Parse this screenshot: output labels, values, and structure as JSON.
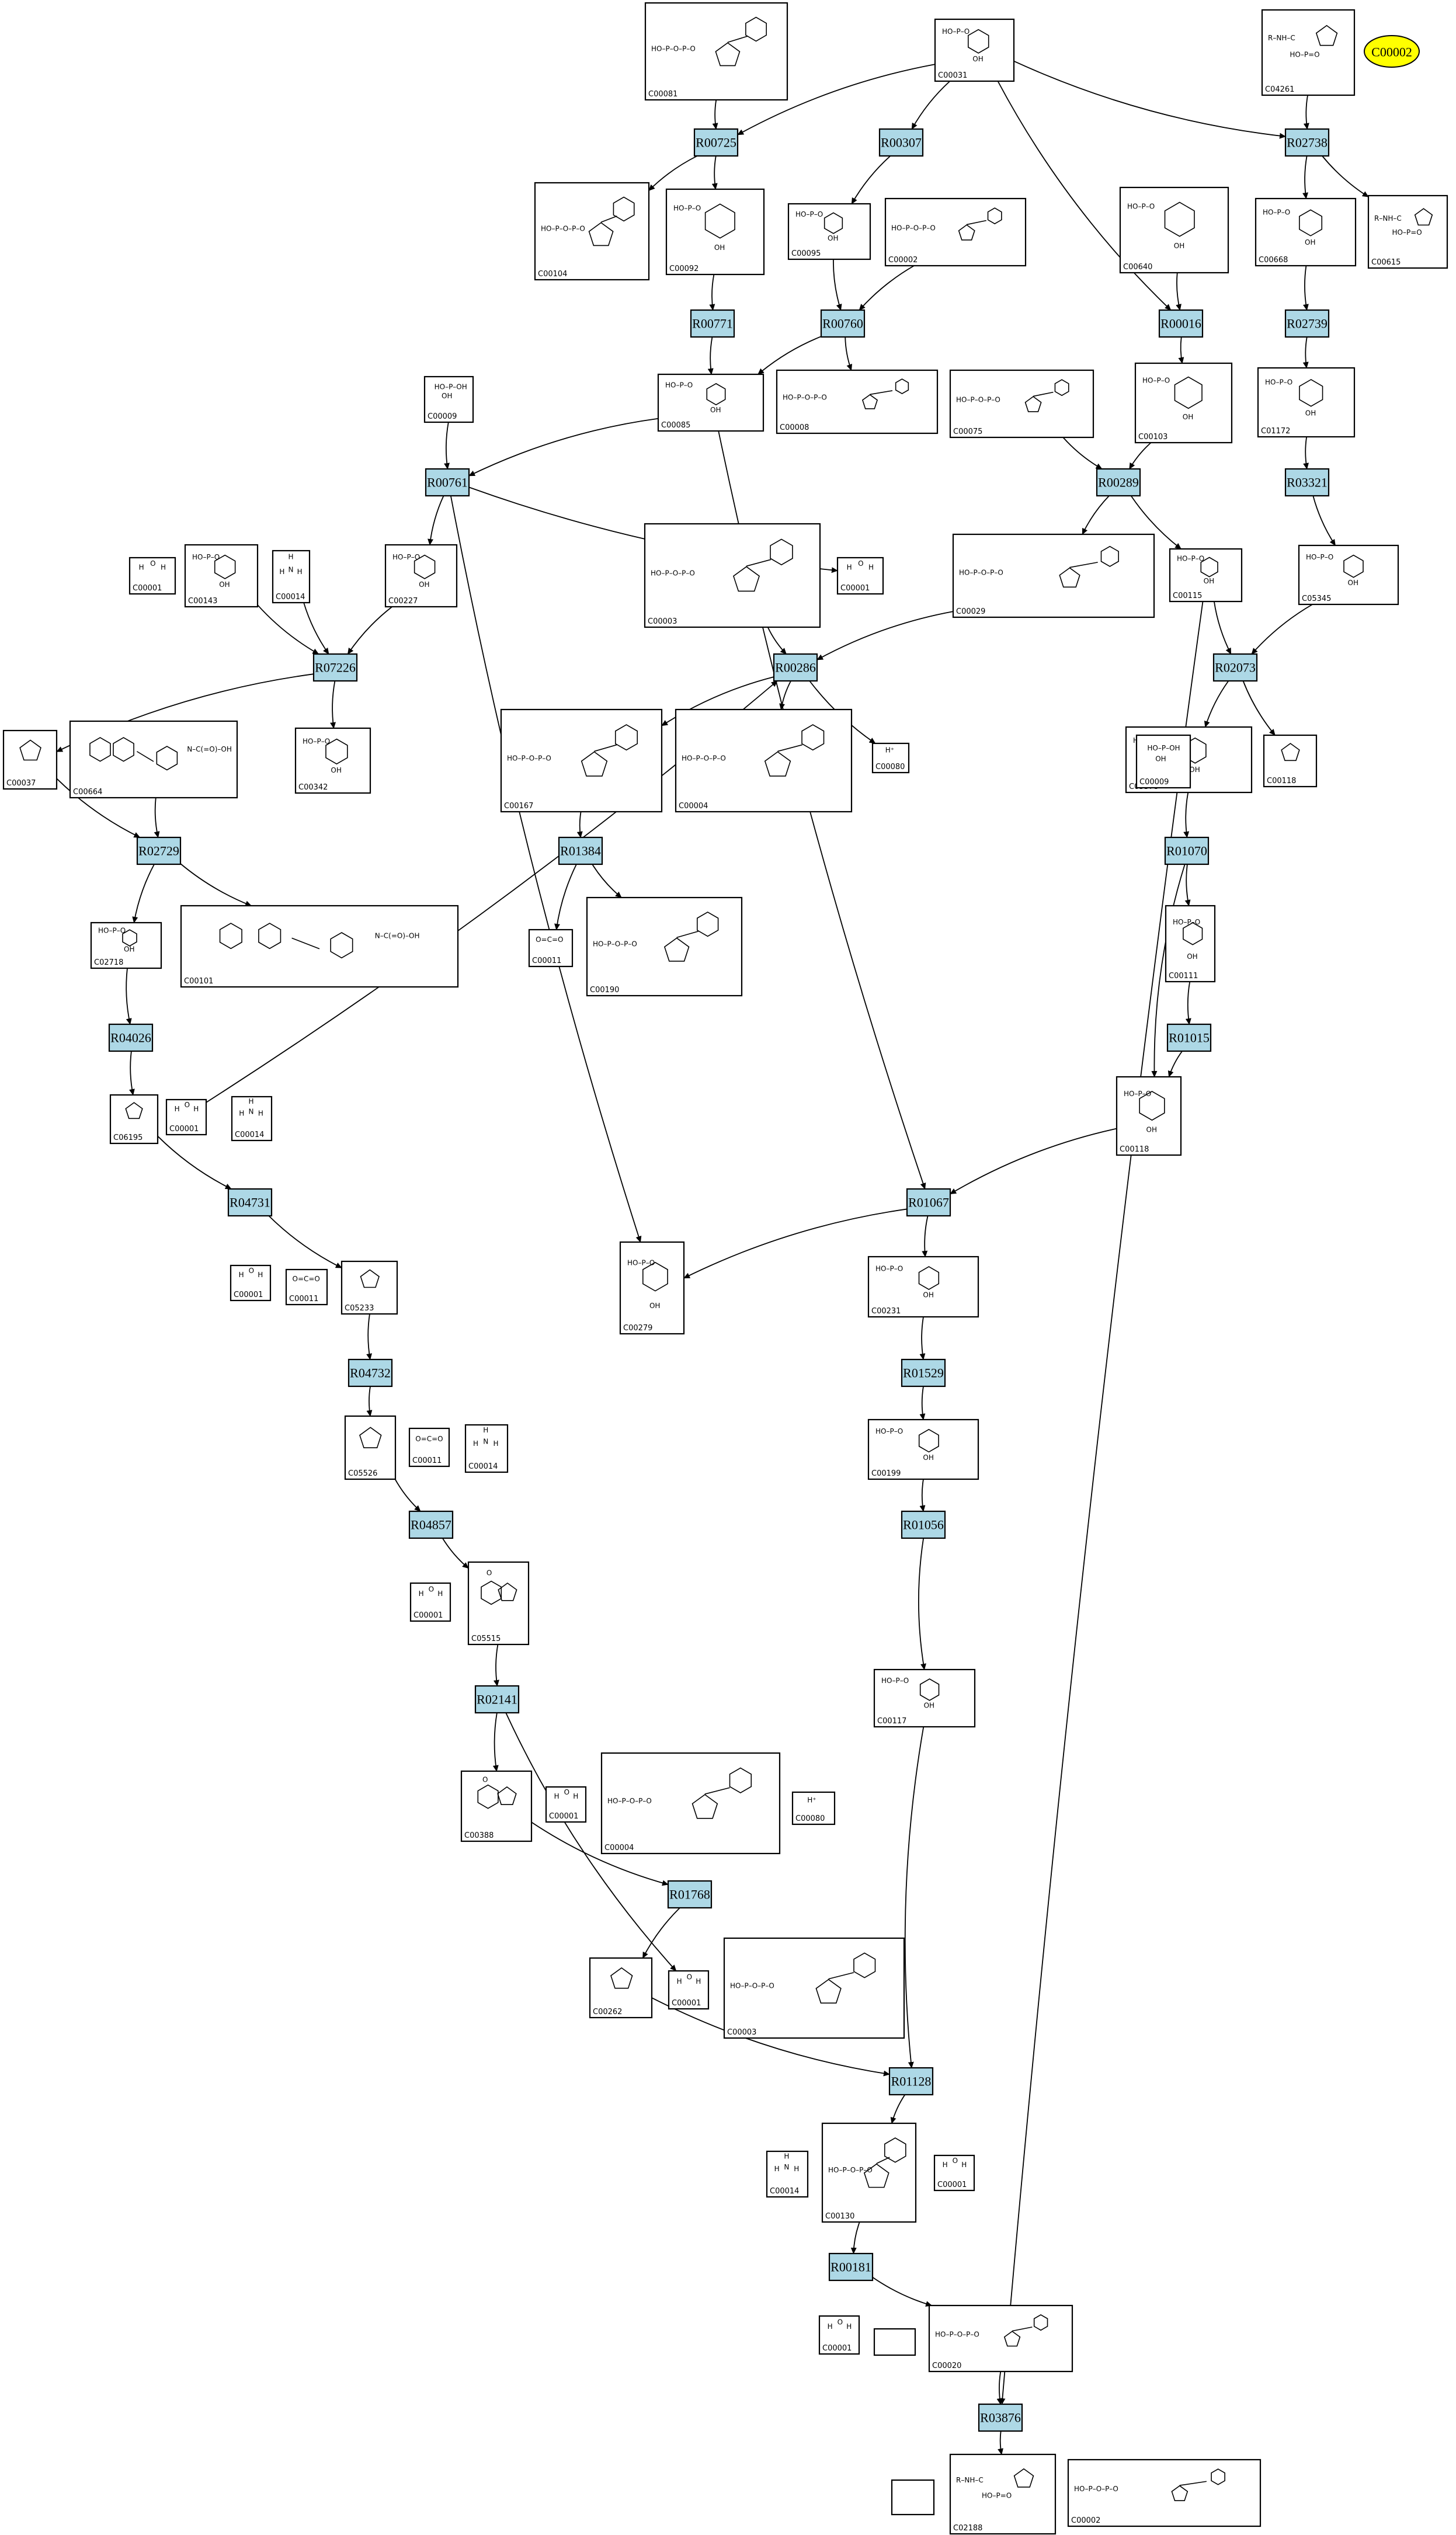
{
  "legend": {
    "label": "C00002",
    "fill": "#ffff00"
  },
  "colors": {
    "reaction_fill": "#add8e6",
    "compound_fill": "#ffffff",
    "edge": "#000000"
  },
  "reactions": [
    {
      "id": "R00725"
    },
    {
      "id": "R00307"
    },
    {
      "id": "R02738"
    },
    {
      "id": "R00771"
    },
    {
      "id": "R00760"
    },
    {
      "id": "R00016"
    },
    {
      "id": "R02739"
    },
    {
      "id": "R00761"
    },
    {
      "id": "R00289"
    },
    {
      "id": "R03321"
    },
    {
      "id": "R07226"
    },
    {
      "id": "R00286"
    },
    {
      "id": "R02073"
    },
    {
      "id": "R02729"
    },
    {
      "id": "R01384"
    },
    {
      "id": "R01070"
    },
    {
      "id": "R04026"
    },
    {
      "id": "R01015"
    },
    {
      "id": "R04731"
    },
    {
      "id": "R01067"
    },
    {
      "id": "R04732"
    },
    {
      "id": "R01529"
    },
    {
      "id": "R04857"
    },
    {
      "id": "R01056"
    },
    {
      "id": "R02141"
    },
    {
      "id": "R01768"
    },
    {
      "id": "R01128"
    },
    {
      "id": "R00181"
    },
    {
      "id": "R03876"
    }
  ],
  "compounds": [
    {
      "id": "C00081",
      "icon": "nucleotide-structure"
    },
    {
      "id": "C00031",
      "icon": "sugar-ring-structure"
    },
    {
      "id": "C04261",
      "icon": "amino-acid-structure"
    },
    {
      "id": "C00104",
      "icon": "nucleotide-structure"
    },
    {
      "id": "C00092",
      "icon": "sugar-phosphate-structure"
    },
    {
      "id": "C00095",
      "icon": "sugar-ring-structure"
    },
    {
      "id": "C00002",
      "icon": "nucleotide-structure"
    },
    {
      "id": "C00640",
      "icon": "sugar-phosphate-structure"
    },
    {
      "id": "C00668",
      "icon": "sugar-phosphate-structure"
    },
    {
      "id": "C00615",
      "icon": "amino-acid-structure"
    },
    {
      "id": "C00009",
      "icon": "phosphate-structure"
    },
    {
      "id": "C00085",
      "icon": "sugar-phosphate-structure"
    },
    {
      "id": "C00008",
      "icon": "nucleotide-structure"
    },
    {
      "id": "C00075",
      "icon": "nucleotide-structure"
    },
    {
      "id": "C00103",
      "icon": "sugar-phosphate-structure"
    },
    {
      "id": "C01172",
      "icon": "sugar-phosphate-structure"
    },
    {
      "id": "C00029",
      "icon": "nucleotide-structure"
    },
    {
      "id": "C00001",
      "icon": "water-structure"
    },
    {
      "id": "C00143",
      "icon": "cofactor-structure"
    },
    {
      "id": "C00014",
      "icon": "ammonia-structure"
    },
    {
      "id": "C00227",
      "icon": "acetyl-phosphate-structure"
    },
    {
      "id": "C00003",
      "icon": "nucleotide-structure"
    },
    {
      "id": "C00115",
      "icon": "sugar-phosphate-structure"
    },
    {
      "id": "C05345",
      "icon": "sugar-phosphate-structure"
    },
    {
      "id": "C00037",
      "icon": "amino-acid-structure"
    },
    {
      "id": "C00664",
      "icon": "folate-structure"
    },
    {
      "id": "C00342",
      "icon": "cofactor-structure"
    },
    {
      "id": "C00167",
      "icon": "nucleotide-structure"
    },
    {
      "id": "C00004",
      "icon": "nucleotide-structure"
    },
    {
      "id": "C00080",
      "icon": "proton-structure"
    },
    {
      "id": "C05378",
      "icon": "sugar-phosphate-structure"
    },
    {
      "id": "C00118",
      "icon": "sugar-phosphate-structure"
    },
    {
      "id": "C02718",
      "icon": "amide-structure"
    },
    {
      "id": "C00101",
      "icon": "folate-structure"
    },
    {
      "id": "C00011",
      "icon": "carbon-dioxide-structure"
    },
    {
      "id": "C00190",
      "icon": "nucleotide-structure"
    },
    {
      "id": "C00111",
      "icon": "sugar-phosphate-structure"
    },
    {
      "id": "C06195",
      "icon": "imidazole-structure"
    },
    {
      "id": "C00279",
      "icon": "sugar-phosphate-structure"
    },
    {
      "id": "C00231",
      "icon": "sugar-phosphate-structure"
    },
    {
      "id": "C00199",
      "icon": "sugar-phosphate-structure"
    },
    {
      "id": "C05233",
      "icon": "imidazole-structure"
    },
    {
      "id": "C05526",
      "icon": "imidazole-structure"
    },
    {
      "id": "C05515",
      "icon": "imidazole-structure"
    },
    {
      "id": "C00117",
      "icon": "sugar-phosphate-structure"
    },
    {
      "id": "C00388",
      "icon": "purine-structure"
    },
    {
      "id": "C00262",
      "icon": "purine-structure"
    },
    {
      "id": "C00130",
      "icon": "nucleotide-structure"
    },
    {
      "id": "C00020",
      "icon": "nucleotide-structure"
    },
    {
      "id": "C02188",
      "icon": "amino-acid-structure"
    }
  ]
}
